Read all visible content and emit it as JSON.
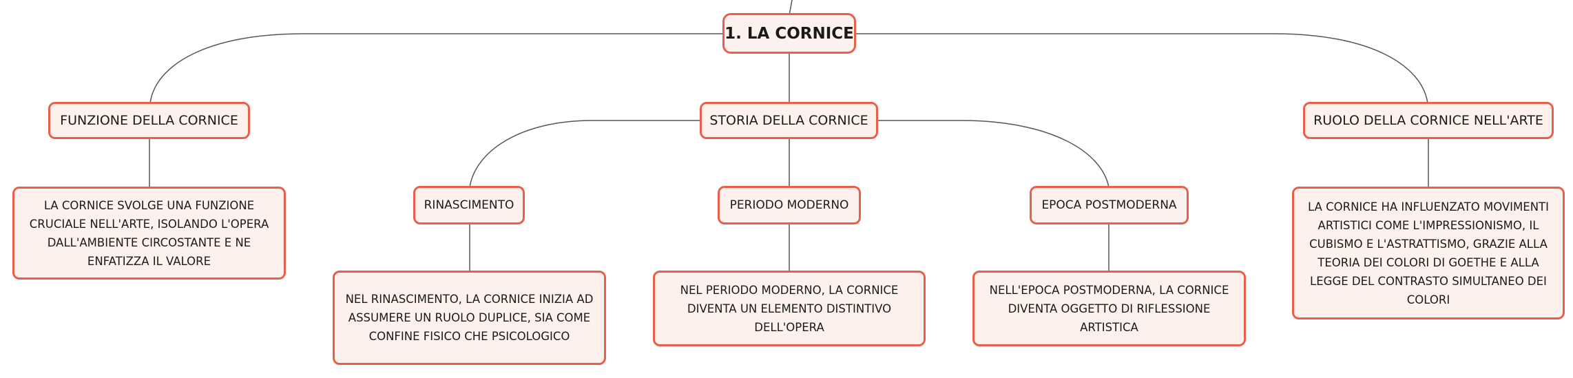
{
  "colors": {
    "node_border": "#e8604c",
    "node_fill": "#fdf1ee",
    "connector": "#555555"
  },
  "map": {
    "root": {
      "label": "1. LA CORNICE"
    },
    "topics": {
      "funzione": {
        "label": "FUNZIONE DELLA CORNICE",
        "detail": "LA CORNICE SVOLGE UNA FUNZIONE CRUCIALE NELL'ARTE, ISOLANDO L'OPERA DALL'AMBIENTE CIRCOSTANTE E NE ENFATIZZA IL VALORE"
      },
      "storia": {
        "label": "STORIA DELLA CORNICE",
        "periods": {
          "rinascimento": {
            "label": "RINASCIMENTO",
            "detail": "NEL RINASCIMENTO, LA CORNICE INIZIA AD ASSUMERE UN RUOLO DUPLICE, SIA COME CONFINE FISICO CHE PSICOLOGICO"
          },
          "moderno": {
            "label": "PERIODO MODERNO",
            "detail": "NEL PERIODO MODERNO, LA CORNICE DIVENTA UN ELEMENTO DISTINTIVO DELL'OPERA"
          },
          "postmoderno": {
            "label": "EPOCA POSTMODERNA",
            "detail": "NELL'EPOCA POSTMODERNA, LA CORNICE DIVENTA OGGETTO DI RIFLESSIONE ARTISTICA"
          }
        }
      },
      "ruolo": {
        "label": "RUOLO DELLA CORNICE NELL'ARTE",
        "detail": "LA CORNICE HA INFLUENZATO MOVIMENTI ARTISTICI COME L'IMPRESSIONISMO, IL CUBISMO E L'ASTRATTISMO, GRAZIE ALLA TEORIA DEI COLORI DI GOETHE E ALLA LEGGE DEL CONTRASTO SIMULTANEO DEI COLORI"
      }
    }
  }
}
